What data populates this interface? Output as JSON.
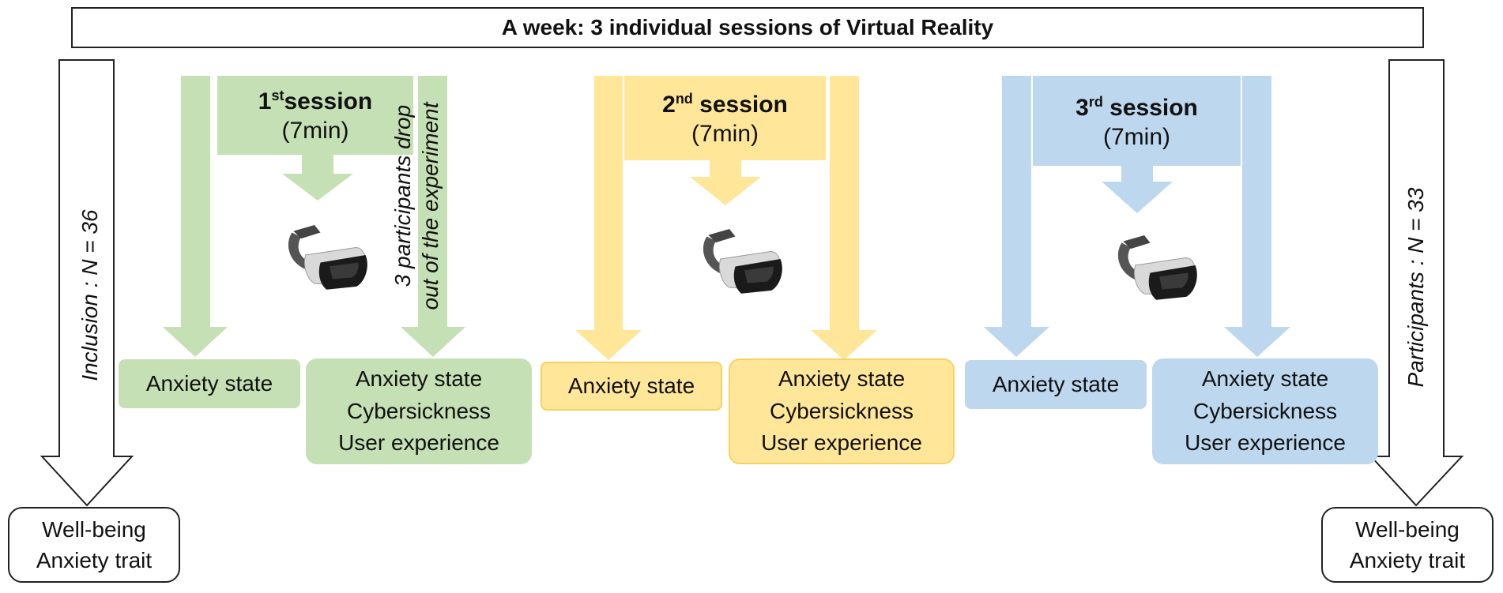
{
  "title": "A week: 3 individual sessions of Virtual Reality",
  "sessions": [
    {
      "ordinal": "1",
      "suffix": "st",
      "name_rest": "session",
      "duration": "(7min)",
      "color": "#c5e0b4"
    },
    {
      "ordinal": "2",
      "suffix": "nd",
      "name_rest": " session",
      "duration": "(7min)",
      "color": "#ffe699"
    },
    {
      "ordinal": "3",
      "suffix": "rd",
      "name_rest": " session",
      "duration": "(7min)",
      "color": "#bdd7ee"
    }
  ],
  "pre_measure": "Anxiety state",
  "post_measures": [
    "Anxiety state",
    "Cybersickness",
    "User experience"
  ],
  "left_side": {
    "label": "Inclusion : N = 36",
    "end_box": [
      "Well-being",
      "Anxiety trait"
    ]
  },
  "right_side": {
    "label": "Participants : N = 33",
    "end_box": [
      "Well-being",
      "Anxiety trait"
    ]
  },
  "dropout_note": [
    "3 participants drop",
    "out of the experiment"
  ],
  "icons": [
    "vr-headset-icon",
    "vr-headset-icon",
    "vr-headset-icon"
  ]
}
